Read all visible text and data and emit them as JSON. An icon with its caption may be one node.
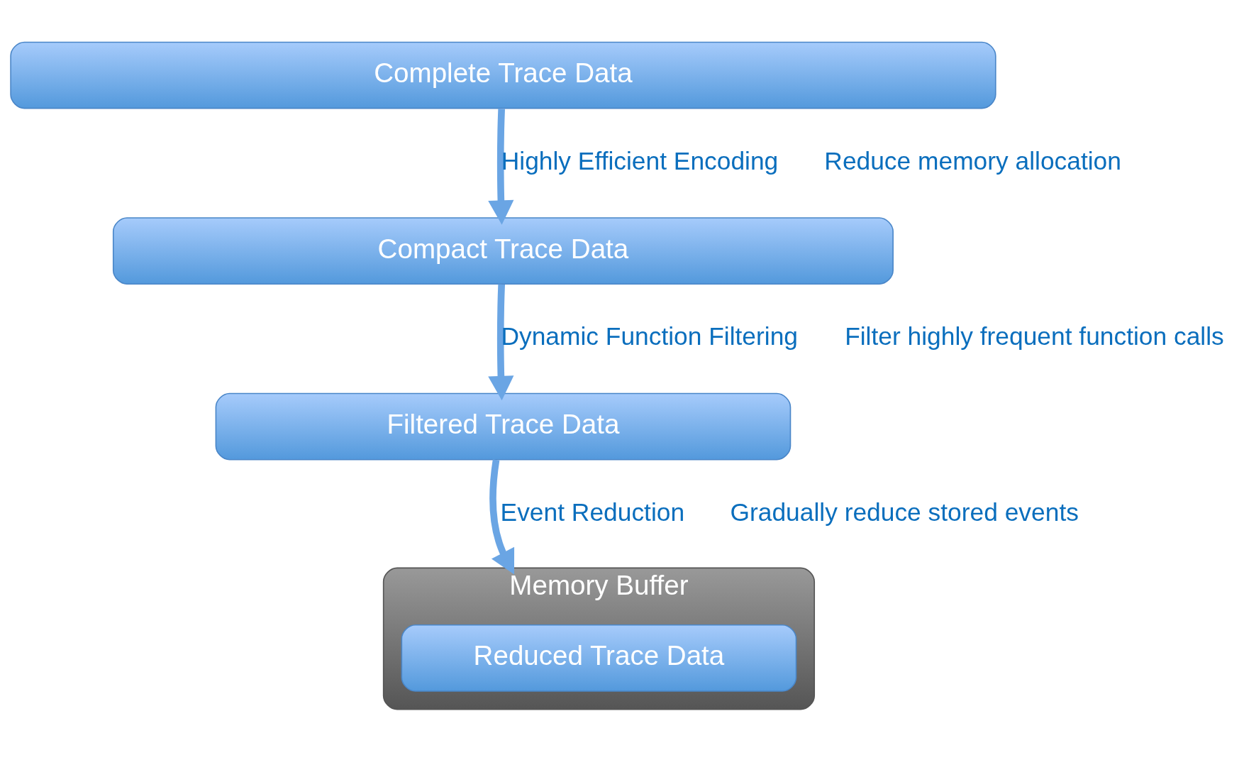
{
  "diagram": {
    "nodes": [
      {
        "text": [
          "Complete Trace Data"
        ]
      },
      {
        "text": [
          "Compact Trace Data"
        ]
      },
      {
        "text": [
          "Filtered Trace Data"
        ]
      },
      {
        "text": [
          "Memory Buffer"
        ]
      },
      {
        "text": [
          "Reduced Trace Data"
        ],
        "in": 3
      }
    ],
    "edges": [
      {
        "from": 0,
        "to": 1,
        "arrow": "to",
        "label": "Highly Efficient Encoding"
      },
      {
        "from": 1,
        "to": 2,
        "arrow": "to",
        "label": "Dynamic Function Filtering"
      },
      {
        "from": 2,
        "to": 3,
        "arrow": "to",
        "label": "Event Reduction"
      }
    ],
    "labels": [
      "Reduce memory allocation",
      "Filter highly frequent function calls",
      "Gradually reduce stored events"
    ]
  }
}
